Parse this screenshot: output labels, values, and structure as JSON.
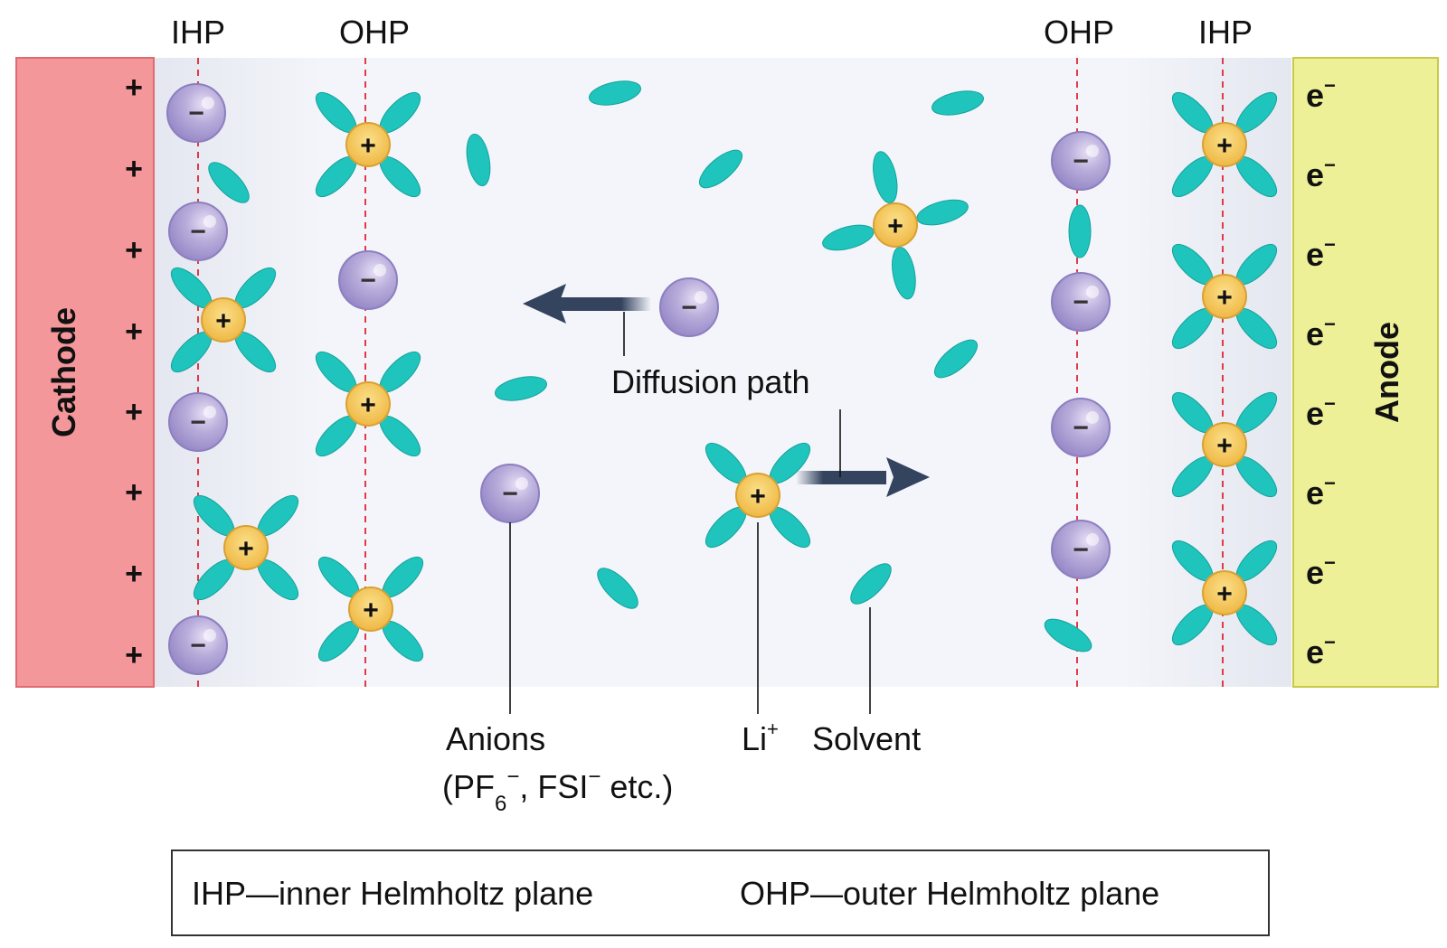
{
  "planes": {
    "ihp_left": "IHP",
    "ohp_left": "OHP",
    "ohp_right": "OHP",
    "ihp_right": "IHP"
  },
  "electrodes": {
    "cathode": "Cathode",
    "anode": "Anode",
    "cathode_charge": "+",
    "electron_base": "e",
    "electron_sup": "−"
  },
  "ion_symbols": {
    "cation": "+",
    "anion": "−"
  },
  "labels": {
    "diffusion_path": "Diffusion path",
    "anions_line1": "Anions",
    "anions_line2_open": "(PF",
    "anions_sub": "6",
    "anions_sup": "−",
    "anions_line2_mid": ", FSI",
    "anions_sup2": "−",
    "anions_line2_close": " etc.)",
    "li_base": "Li",
    "li_sup": "+",
    "solvent": "Solvent"
  },
  "legend": {
    "ihp_def": "IHP—inner Helmholtz plane",
    "ohp_def": "OHP—outer Helmholtz plane"
  },
  "colors": {
    "cathode_fill": "#f4979a",
    "cathode_stroke": "#e06a72",
    "anode_fill": "#eef098",
    "anode_stroke": "#c9c94a",
    "electrolyte": "#eef0f6",
    "solvent": "#1fc4bd",
    "solvent_stroke": "#14a39c",
    "cation_fill": "#f3c64c",
    "cation_stroke": "#d8a132",
    "anion_fill": "#b6aad9",
    "anion_stroke": "#8d7fc0",
    "arrow": "#34435e",
    "plane_line": "#e03a46"
  }
}
